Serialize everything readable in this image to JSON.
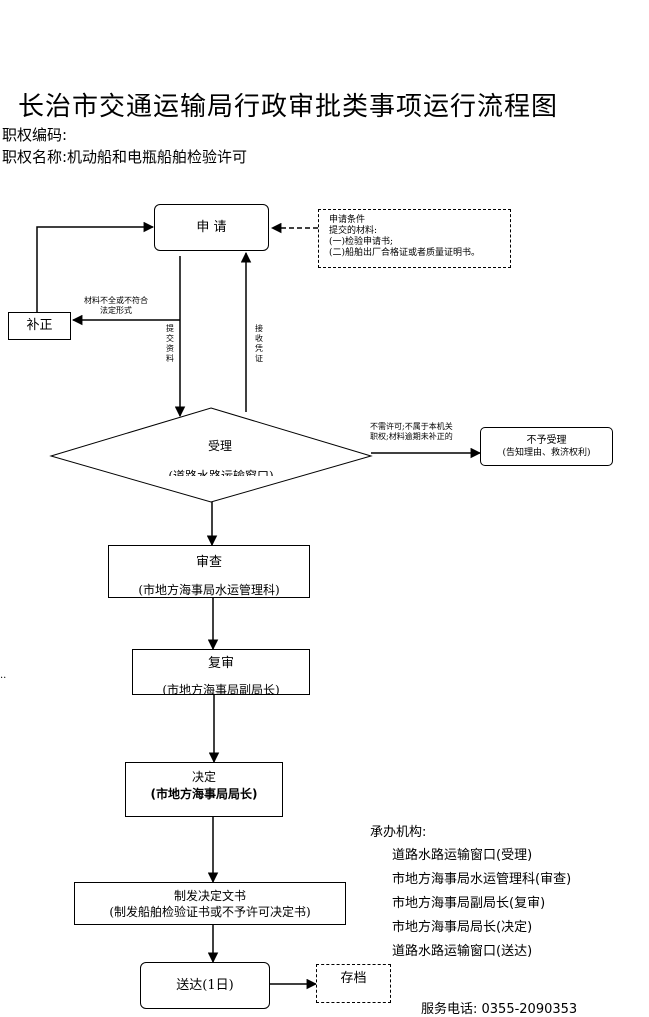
{
  "header": {
    "title": "长治市交通运输局行政审批类事项运行流程图",
    "code_label": "职权编码:",
    "name_label": "职权名称:机动船和电瓶船舶检验许可"
  },
  "flow": {
    "apply": "申 请",
    "conditions": {
      "title": "申请条件",
      "subtitle": "提交的材料:",
      "items": [
        "(一)检验申请书;",
        "(二)船舶出厂合格证或者质量证明书。"
      ]
    },
    "supplement": "补正",
    "incomplete_note": [
      "材料不全或不符合",
      "法定形式"
    ],
    "submit_note": [
      "提",
      "交",
      "资",
      "料"
    ],
    "receipt_note": [
      "接",
      "收",
      "凭",
      "证"
    ],
    "accept": "受理",
    "accept_unit": "(道路水路运输窗口)",
    "reject_note": [
      "不需许可;不属于本机关",
      "职权;材料逾期未补正的"
    ],
    "reject": "不予受理",
    "reject_detail": "(告知理由、救济权利)",
    "review": "审查",
    "review_unit": "(市地方海事局水运管理科)",
    "recheck": "复审",
    "recheck_unit": "(市地方海事局副局长)",
    "decide": "决定",
    "decide_unit": "(市地方海事局局长)",
    "issue": "制发决定文书",
    "issue_detail": "(制发船舶检验证书或不予许可决定书)",
    "deliver": "送达(1日)",
    "archive": "存档"
  },
  "organizations": {
    "heading": "承办机构:",
    "items": [
      "道路水路运输窗口(受理)",
      "市地方海事局水运管理科(审查)",
      "市地方海事局副局长(复审)",
      "市地方海事局局长(决定)",
      "道路水路运输窗口(送达)"
    ]
  },
  "footer": {
    "service_phone": "服务电话: 0355-2090353"
  },
  "stray_mark": ".."
}
